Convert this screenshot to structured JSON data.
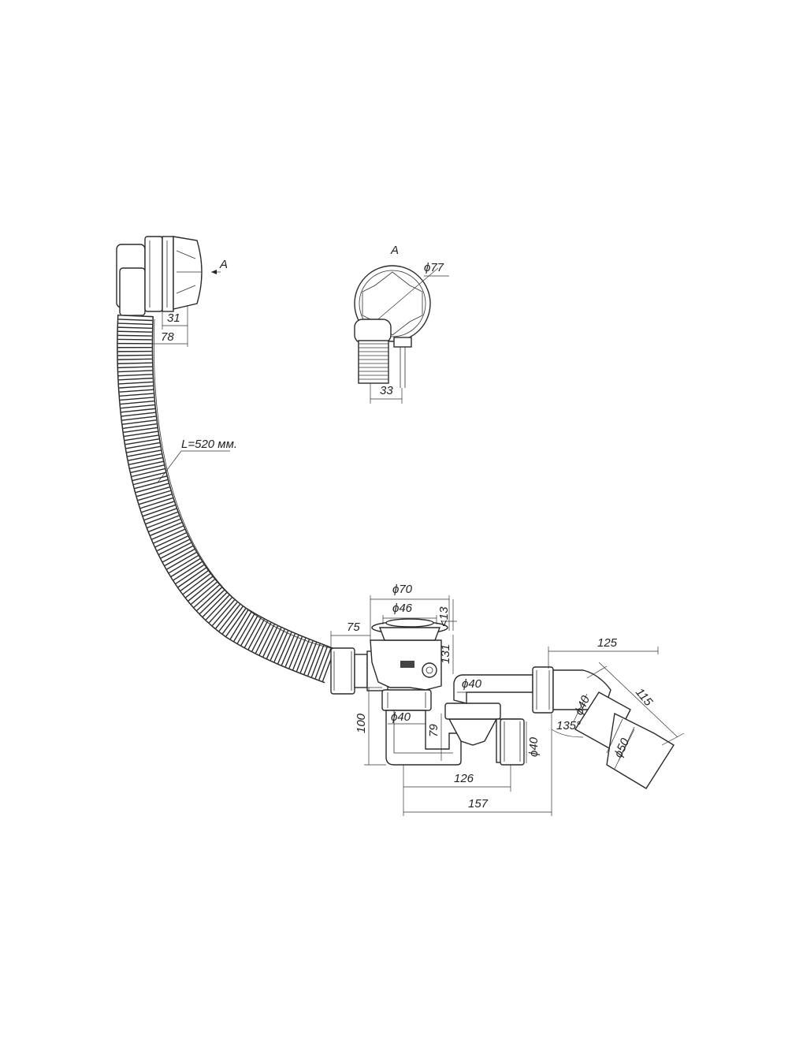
{
  "view_label": "A",
  "section_label": "A",
  "hose_length": "L=520 мм.",
  "dims": {
    "d31": "31",
    "d78": "78",
    "d77": "ϕ77",
    "d33": "33",
    "d70": "ϕ70",
    "d46": "ϕ46",
    "d13": "<13",
    "d75": "75",
    "d131": "131",
    "d100": "100",
    "d40_drain": "ϕ40",
    "d79": "79",
    "d40_top": "ϕ40",
    "d40_right": "ϕ40",
    "d126": "126",
    "d157": "157",
    "d125": "125",
    "d115": "115",
    "d135": "135°",
    "d40_elbow": "ϕ40",
    "d50": "ϕ50"
  }
}
